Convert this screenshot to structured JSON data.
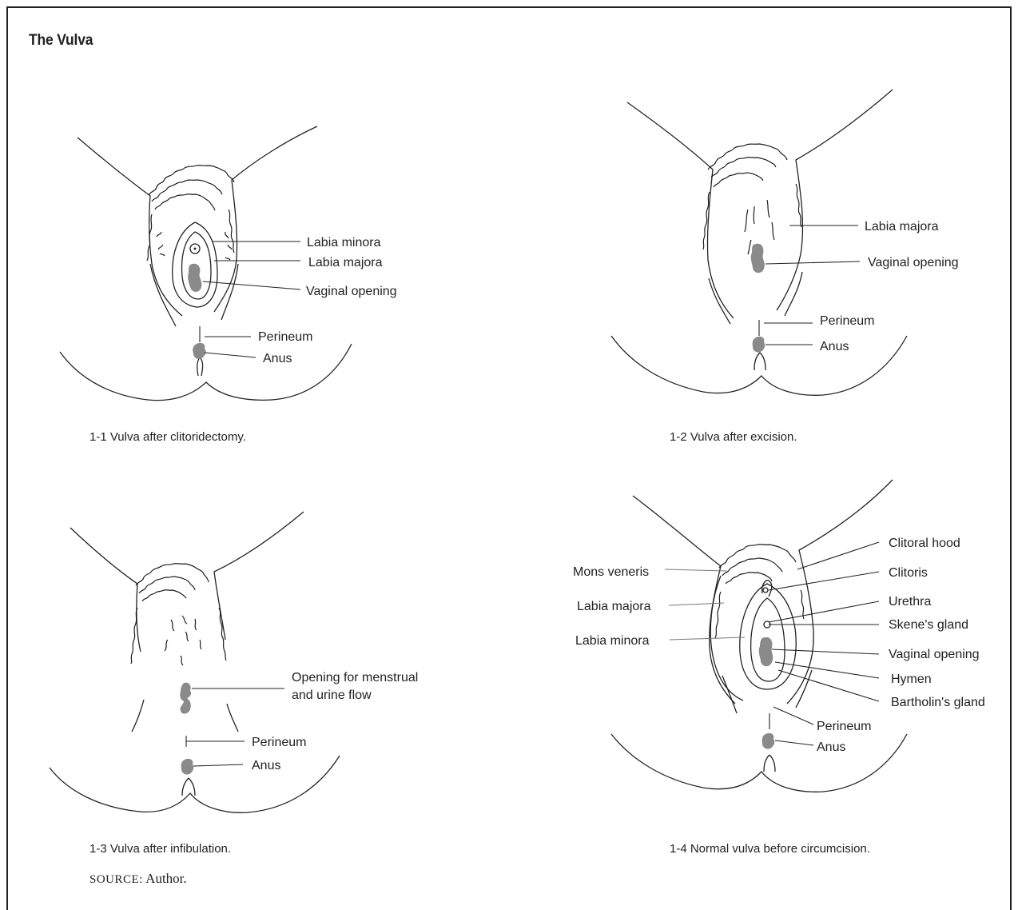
{
  "title": "The Vulva",
  "figures": [
    {
      "caption": "1-1 Vulva after clitoridectomy.",
      "labels": [
        "Labia minora",
        "Labia majora",
        "Vaginal opening",
        "Perineum",
        "Anus"
      ]
    },
    {
      "caption": "1-2 Vulva after excision.",
      "labels": [
        "Labia majora",
        "Vaginal opening",
        "Perineum",
        "Anus"
      ]
    },
    {
      "caption": "1-3 Vulva after infibulation.",
      "labels": [
        "Opening for menstrual",
        "and urine flow",
        "Perineum",
        "Anus"
      ]
    },
    {
      "caption": "1-4 Normal vulva before circumcision.",
      "labels": [
        "Clitoral hood",
        "Mons veneris",
        "Clitoris",
        "Labia majora",
        "Urethra",
        "Skene's gland",
        "Labia minora",
        "Vaginal opening",
        "Hymen",
        "Bartholin's gland",
        "Perineum",
        "Anus"
      ]
    }
  ],
  "source": {
    "prefix": "SOURCE:",
    "text": "Author."
  }
}
